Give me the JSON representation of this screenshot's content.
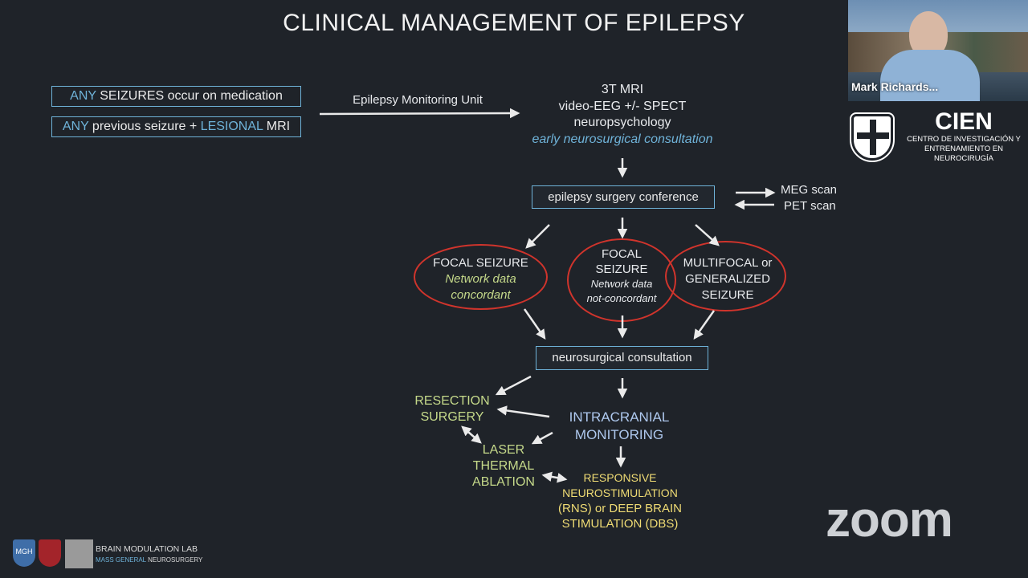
{
  "slide": {
    "title": "CLINICAL MANAGEMENT OF EPILEPSY",
    "criteria": [
      {
        "pre": "ANY",
        "rest": " SEIZURES occur on medication"
      },
      {
        "pre": "ANY",
        "mid": " previous seizure + ",
        "hl": "LESIONAL",
        "post": " MRI"
      }
    ],
    "emu_label": "Epilepsy Monitoring Unit",
    "workup": [
      "3T MRI",
      "video-EEG +/- SPECT",
      "neuropsychology"
    ],
    "workup_note": "early neurosurgical consultation",
    "conference": "epilepsy surgery conference",
    "side_scans": [
      "MEG scan",
      "PET scan"
    ],
    "focal_concordant": {
      "title": "FOCAL SEIZURE",
      "note": [
        "Network data",
        "concordant"
      ]
    },
    "focal_nonconcordant": {
      "title": [
        "FOCAL",
        "SEIZURE"
      ],
      "note": [
        "Network data",
        "not-concordant"
      ]
    },
    "multifocal": [
      "MULTIFOCAL or",
      "GENERALIZED",
      "SEIZURE"
    ],
    "consultation": "neurosurgical consultation",
    "resection": [
      "RESECTION",
      "SURGERY"
    ],
    "intracranial": [
      "INTRACRANIAL",
      "MONITORING"
    ],
    "laser": [
      "LASER",
      "THERMAL",
      "ABLATION"
    ],
    "rns": [
      "RESPONSIVE",
      "NEUROSTIMULATION",
      "(RNS) or DEEP BRAIN",
      "STIMULATION (DBS)"
    ],
    "footer": {
      "lab_line1": "BRAIN MODULATION LAB",
      "lab_line2a": "MASS GENERAL",
      "lab_line2b": " NEUROSURGERY",
      "mgh_text": "MGH"
    }
  },
  "zoom": {
    "participant_name": "Mark Richards...",
    "cien_title": "CIEN",
    "cien_sub": [
      "CENTRO DE INVESTIGACIÓN Y",
      "ENTRENAMIENTO EN",
      "NEUROCIRUGÍA"
    ],
    "brand": "zoom"
  }
}
